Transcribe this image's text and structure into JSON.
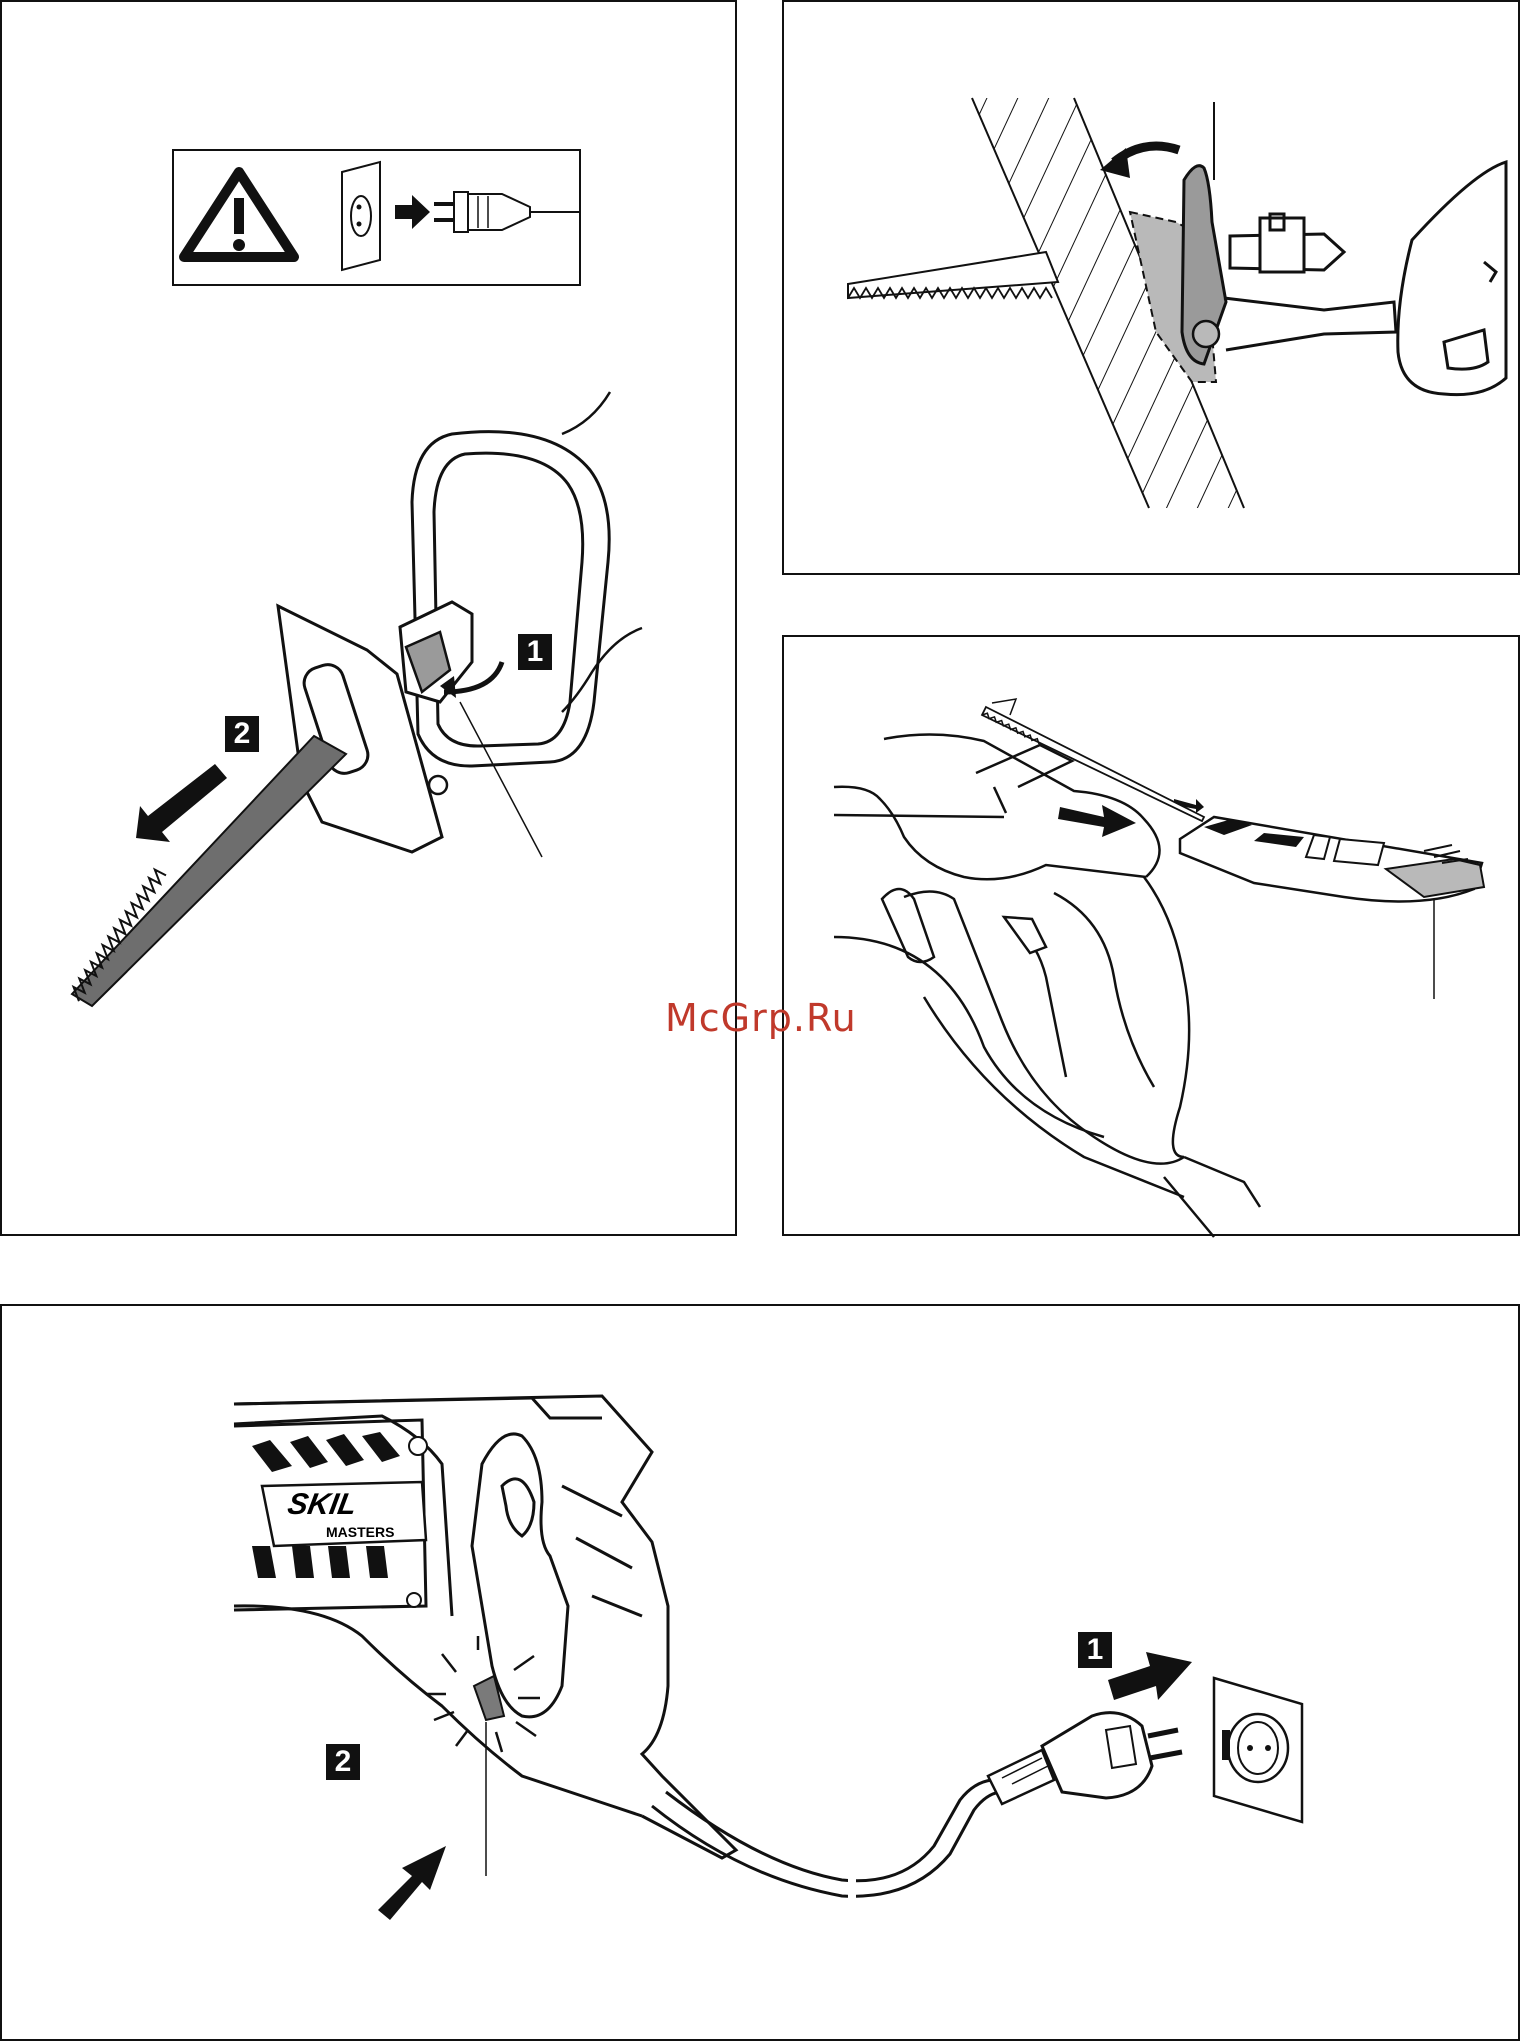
{
  "figure_tl": {
    "step_1": "1",
    "step_2": "2"
  },
  "figure_bottom": {
    "step_1": "1",
    "step_2": "2",
    "brand": "SKIL",
    "series": "MASTERS"
  },
  "watermark": "McGrp.Ru",
  "colors": {
    "line": "#111111",
    "shade": "#b9b9b9",
    "blade": "#6e6e6e",
    "watermark": "#c0392b"
  },
  "icons": [
    "warning-triangle-icon",
    "wall-socket-icon",
    "arrow-right-icon",
    "plug-icon"
  ]
}
